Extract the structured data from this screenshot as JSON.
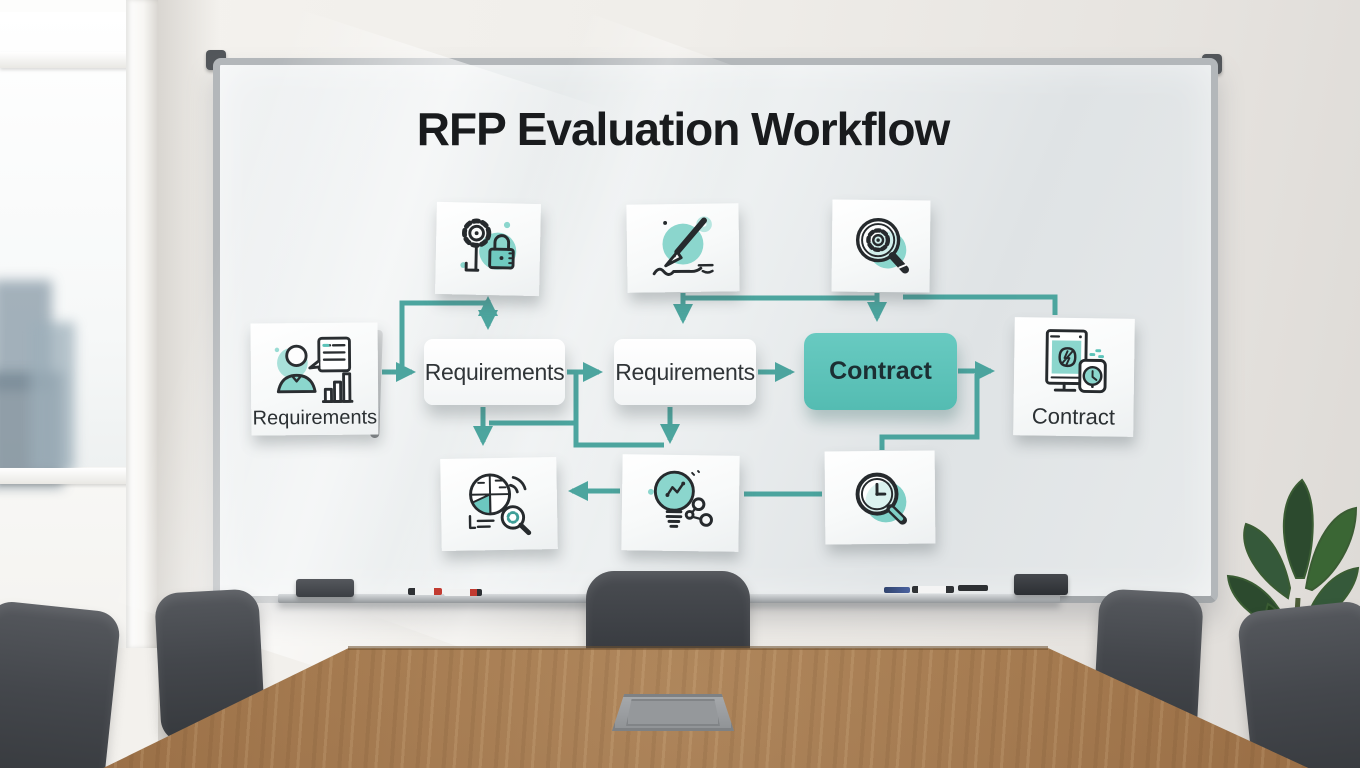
{
  "whiteboard": {
    "title": "RFP Evaluation Workflow",
    "colors": {
      "connector": "#3f9f98",
      "contract_fill": "#5cc3b9",
      "icon_accent": "#8bd6cd",
      "title_text": "#191b1d"
    },
    "nodes": {
      "analyst_card": {
        "label": "Requirements",
        "icon": "analyst-chart-icon"
      },
      "requirements_box_1": {
        "label": "Requirements"
      },
      "requirements_box_2": {
        "label": "Requirements"
      },
      "contract_box": {
        "label": "Contract"
      },
      "contract_card": {
        "label": "Contract",
        "icon": "devices-contract-icon"
      },
      "top_left_card": {
        "icon": "gear-lock-icon"
      },
      "top_middle_card": {
        "icon": "pen-writing-icon"
      },
      "top_right_card": {
        "icon": "gear-magnifier-icon"
      },
      "bottom_left_card": {
        "icon": "globe-analysis-icon"
      },
      "bottom_middle_card": {
        "icon": "lightbulb-share-icon"
      },
      "bottom_right_card": {
        "icon": "clock-magnifier-icon"
      }
    },
    "tray": {
      "items": [
        "eraser",
        "marker-red-cap",
        "marker-red-cap",
        "marker-blue",
        "marker-white",
        "marker-black",
        "eraser"
      ]
    }
  },
  "room": {
    "objects": [
      "window",
      "conference-table",
      "office-chairs",
      "potted-plant",
      "cable-hatch"
    ]
  }
}
